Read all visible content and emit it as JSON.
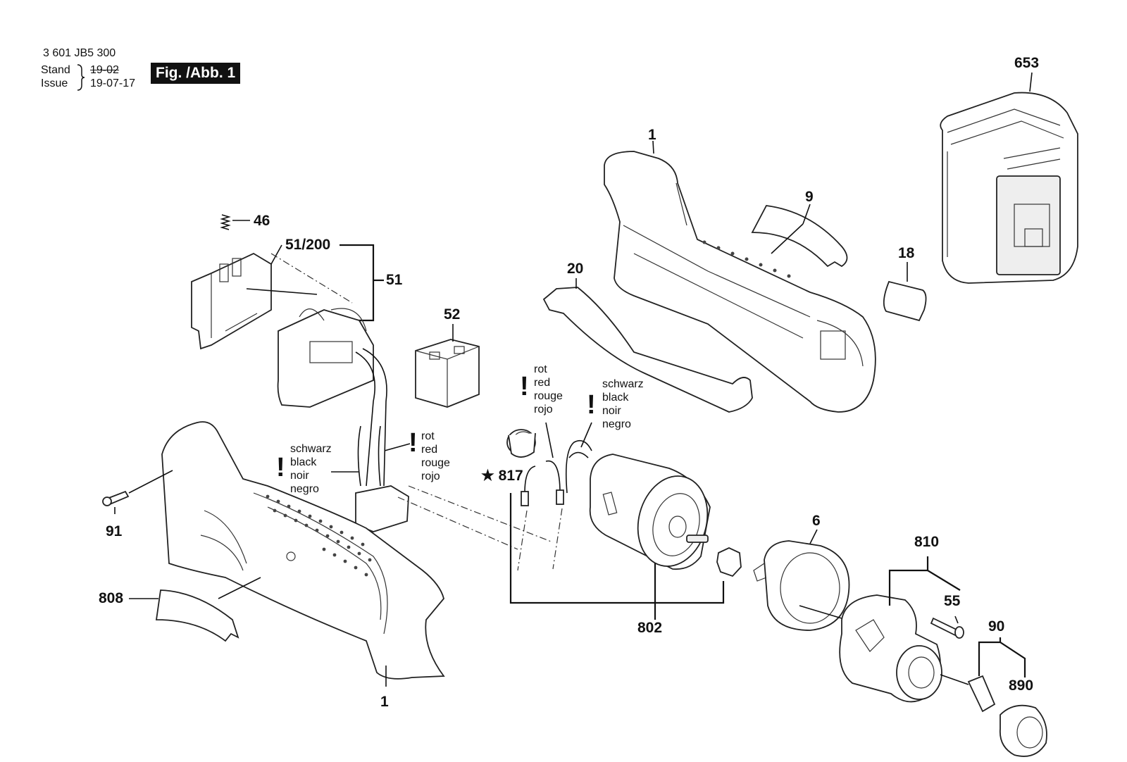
{
  "header": {
    "doc_number": "3 601 JB5 300",
    "stand_label": "Stand",
    "issue_label": "Issue",
    "old_date": "19-02",
    "new_date": "19-07-17",
    "figure_label": "Fig. /Abb. 1"
  },
  "parts": [
    {
      "id": "653",
      "label": "653"
    },
    {
      "id": "1-top",
      "label": "1"
    },
    {
      "id": "9",
      "label": "9"
    },
    {
      "id": "18",
      "label": "18"
    },
    {
      "id": "20",
      "label": "20"
    },
    {
      "id": "46",
      "label": "46"
    },
    {
      "id": "51-200",
      "label": "51/200"
    },
    {
      "id": "51",
      "label": "51"
    },
    {
      "id": "52",
      "label": "52"
    },
    {
      "id": "817",
      "label": "★ 817"
    },
    {
      "id": "91",
      "label": "91"
    },
    {
      "id": "808",
      "label": "808"
    },
    {
      "id": "1-bottom",
      "label": "1"
    },
    {
      "id": "6",
      "label": "6"
    },
    {
      "id": "802",
      "label": "802"
    },
    {
      "id": "810",
      "label": "810"
    },
    {
      "id": "55",
      "label": "55"
    },
    {
      "id": "90",
      "label": "90"
    },
    {
      "id": "890",
      "label": "890"
    }
  ],
  "wire_notes": {
    "motor_red": [
      "rot",
      "red",
      "rouge",
      "rojo"
    ],
    "motor_black": [
      "schwarz",
      "black",
      "noir",
      "negro"
    ],
    "switch_red": [
      "rot",
      "red",
      "rouge",
      "rojo"
    ],
    "switch_black": [
      "schwarz",
      "black",
      "noir",
      "negro"
    ],
    "warning_mark": "!"
  },
  "colors": {
    "ink": "#111111",
    "background": "#ffffff"
  }
}
